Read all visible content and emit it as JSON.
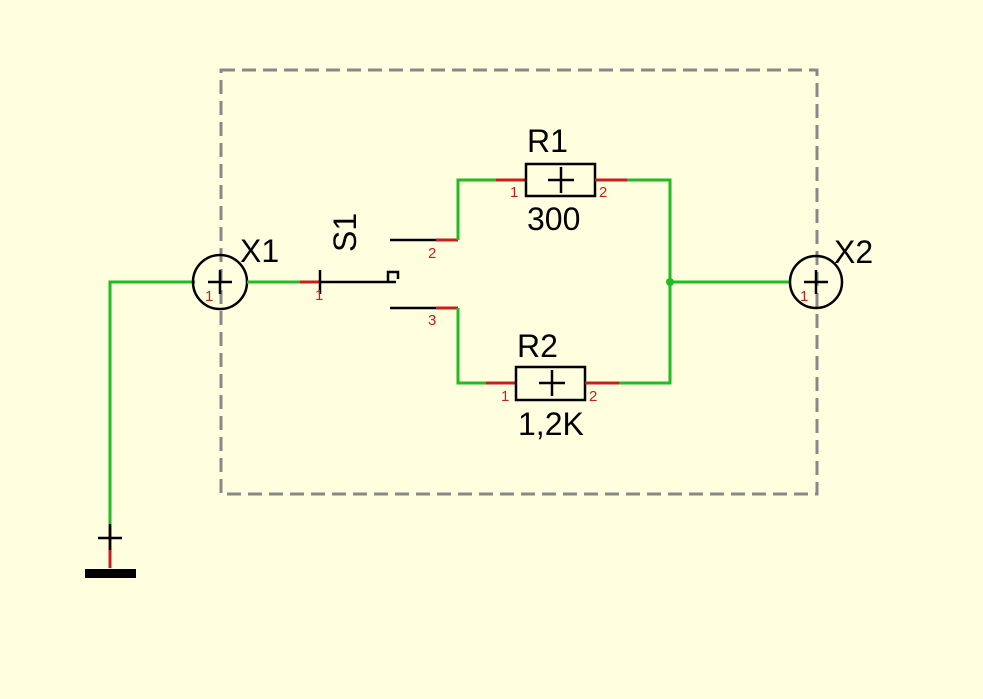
{
  "colors": {
    "background": "#FFFFE0",
    "wire": "#22BB22",
    "pin": "#C81E1E",
    "symbol": "#000000",
    "boundary": "#888888"
  },
  "components": {
    "x1": {
      "ref": "X1",
      "pin1": "1"
    },
    "x2": {
      "ref": "X2",
      "pin1": "1"
    },
    "s1": {
      "ref": "S1",
      "pin1": "1",
      "pin2": "2",
      "pin3": "3"
    },
    "r1": {
      "ref": "R1",
      "value": "300",
      "pin1": "1",
      "pin2": "2"
    },
    "r2": {
      "ref": "R2",
      "value": "1,2K",
      "pin1": "1",
      "pin2": "2"
    },
    "ground": {
      "icon": "ground-icon"
    }
  }
}
